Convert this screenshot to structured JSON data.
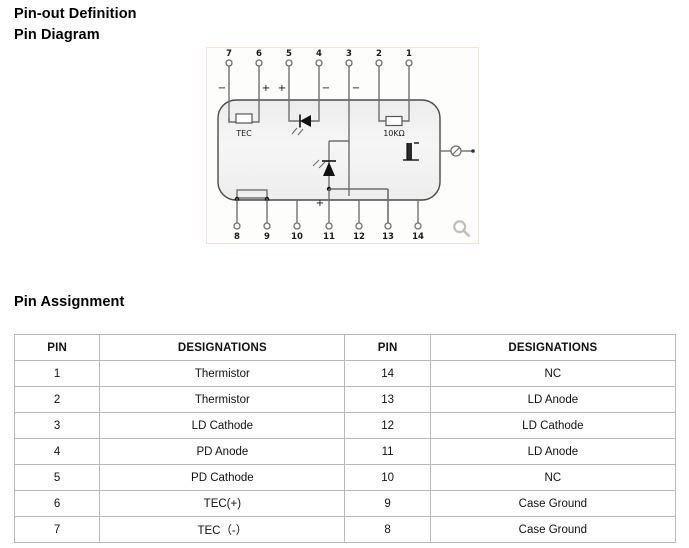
{
  "headings": {
    "pinout_definition": "Pin-out Definition",
    "pin_diagram": "Pin Diagram",
    "pin_assignment": "Pin Assignment"
  },
  "diagram": {
    "icons": {
      "zoom": "zoom-in-magnifier-icon"
    },
    "component_labels": {
      "tec": "TEC",
      "thermistor": "10KΩ"
    },
    "top_pins": [
      "7",
      "6",
      "5",
      "4",
      "3",
      "2",
      "1"
    ],
    "bottom_pins": [
      "8",
      "9",
      "10",
      "11",
      "12",
      "13",
      "14"
    ],
    "polarity_marks_top": [
      "−",
      "+",
      "+",
      "−",
      "−"
    ],
    "polarity_marks_bottom": [
      "+"
    ]
  },
  "table": {
    "headers": [
      "PIN",
      "DESIGNATIONS",
      "PIN",
      "DESIGNATIONS"
    ],
    "rows": [
      {
        "pin_left": "1",
        "desig_left": "Thermistor",
        "pin_right": "14",
        "desig_right": "NC"
      },
      {
        "pin_left": "2",
        "desig_left": "Thermistor",
        "pin_right": "13",
        "desig_right": "LD Anode"
      },
      {
        "pin_left": "3",
        "desig_left": "LD Cathode",
        "pin_right": "12",
        "desig_right": "LD Cathode"
      },
      {
        "pin_left": "4",
        "desig_left": "PD Anode",
        "pin_right": "11",
        "desig_right": "LD Anode"
      },
      {
        "pin_left": "5",
        "desig_left": "PD Cathode",
        "pin_right": "10",
        "desig_right": "NC"
      },
      {
        "pin_left": "6",
        "desig_left": "TEC(+)",
        "pin_right": "9",
        "desig_right": "Case Ground"
      },
      {
        "pin_left": "7",
        "desig_left": "TEC（-）",
        "pin_right": "8",
        "desig_right": "Case Ground"
      }
    ]
  },
  "colors": {
    "figure_border": "#f0e6cf",
    "table_border": "#b9b9b9",
    "wire": "#6f6f6f",
    "package_fill": "#f2f2f2",
    "text": "#000000"
  }
}
